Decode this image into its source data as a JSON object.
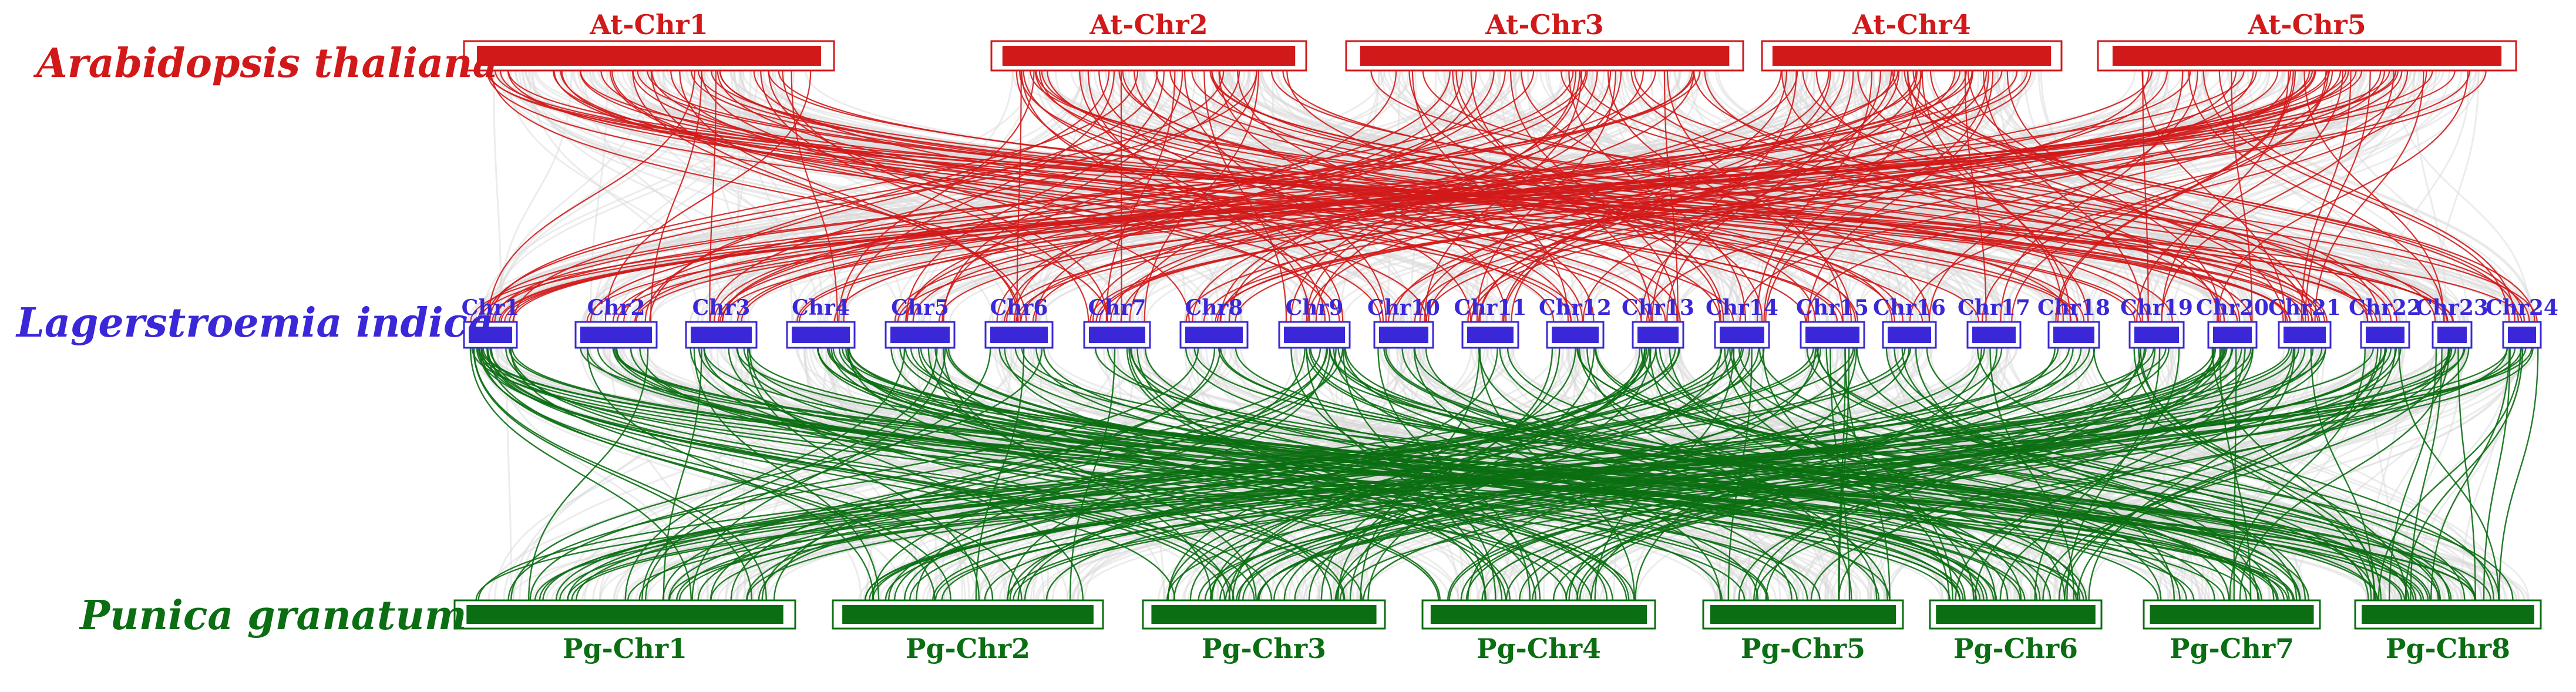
{
  "colors": {
    "arabidopsis": "#d2191a",
    "lagerstroemia": "#3a28d8",
    "punica": "#0b6e12",
    "background_links": "#d9d9d9"
  },
  "species": {
    "arabidopsis": "Arabidopsis thaliana",
    "lagerstroemia": "Lagerstroemia indica",
    "punica": "Punica granatum"
  },
  "top_chromosomes": [
    "At-Chr1",
    "At-Chr2",
    "At-Chr3",
    "At-Chr4",
    "At-Chr5"
  ],
  "middle_chromosomes": [
    "Chr1",
    "Chr2",
    "Chr3",
    "Chr4",
    "Chr5",
    "Chr6",
    "Chr7",
    "Chr8",
    "Chr9",
    "Chr10",
    "Chr11",
    "Chr12",
    "Chr13",
    "Chr14",
    "Chr15",
    "Chr16",
    "Chr17",
    "Chr18",
    "Chr19",
    "Chr20",
    "Chr21",
    "Chr22",
    "Chr23",
    "Chr24"
  ],
  "bottom_chromosomes": [
    "Pg-Chr1",
    "Pg-Chr2",
    "Pg-Chr3",
    "Pg-Chr4",
    "Pg-Chr5",
    "Pg-Chr6",
    "Pg-Chr7",
    "Pg-Chr8"
  ]
}
